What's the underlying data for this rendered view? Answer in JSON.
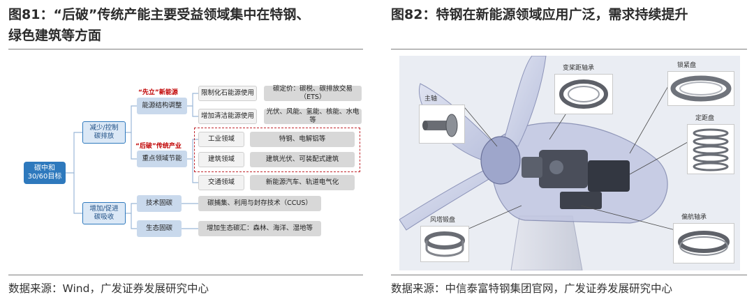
{
  "left": {
    "title_line1": "图81：“后破”传统产能主要受益领域集中在特钢、",
    "title_line2": "绿色建筑等方面",
    "source": "数据来源：Wind，广发证券发展研究中心",
    "diagram": {
      "root": [
        "碳中和",
        "30/60目标"
      ],
      "branch1": [
        "减少/控制",
        "碳排放"
      ],
      "branch2": [
        "增加/促进",
        "碳吸收"
      ],
      "label_xianli": "“先立”新能源",
      "label_houpo": "“后破”传统产业",
      "energy_adjust": "能源结构调整",
      "key_energy_saving": "重点领域节能",
      "tech_capture": "技术固碳",
      "eco_capture": "生态固碳",
      "limit_fossil": "限制化石能源使用",
      "increase_clean": "增加清洁能源使用",
      "industry": "工业领域",
      "building": "建筑领域",
      "transport": "交通领域",
      "carbon_pricing": "碳定价：碳税、碳排放交易（ETS）",
      "clean_list": "光伏、风能、氢能、核能、水电等",
      "industry_detail": "特钢、电解铝等",
      "building_detail": "建筑光伏、可装配式建筑",
      "transport_detail": "新能源汽车、轨道电气化",
      "ccus": "碳捕集、利用与封存技术（CCUS）",
      "eco_detail": "增加生态碳汇：森林、海洋、湿地等"
    }
  },
  "right": {
    "title": "图82：特钢在新能源领域应用广泛，需求持续提升",
    "source": "数据来源：中信泰富特钢集团官网，广发证券发展研究中心",
    "labels": {
      "main_shaft": "主轴",
      "pitch_bearing": "变桨距轴承",
      "locking_disc": "锁紧盘",
      "spacer_disc": "定距盘",
      "tower_flange": "风塔锻盘",
      "yaw_bearing": "偏航轴承"
    }
  }
}
